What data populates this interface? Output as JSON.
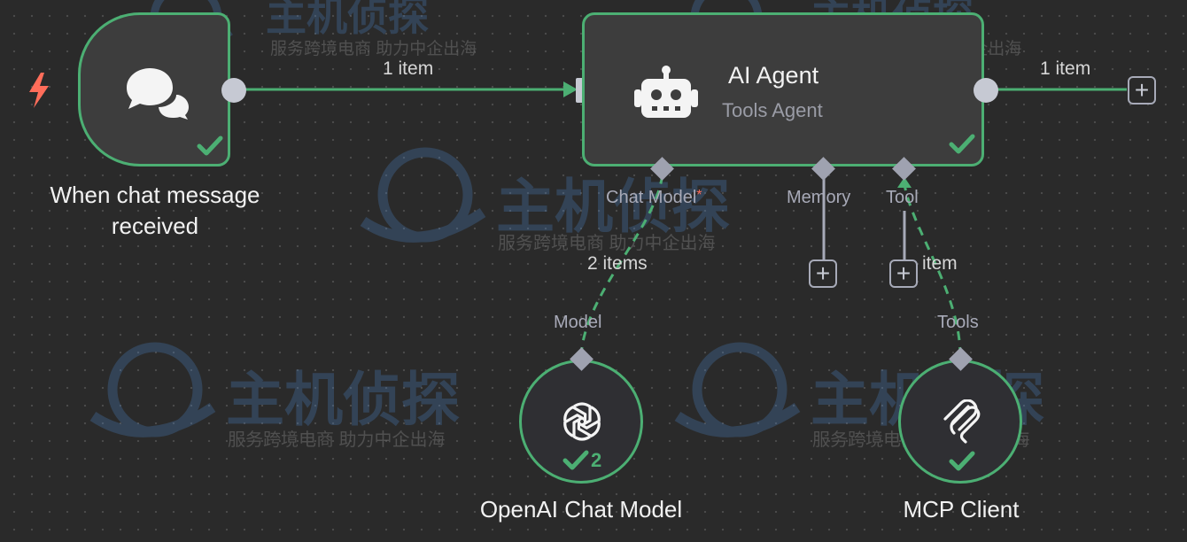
{
  "watermark": {
    "title": "主机侦探",
    "subtitle": "服务跨境电商 助力中企出海"
  },
  "nodes": {
    "trigger": {
      "label": "When chat message received",
      "icon": "chat-bubbles-icon",
      "status": "success"
    },
    "agent": {
      "title": "AI Agent",
      "subtitle": "Tools Agent",
      "icon": "robot-icon",
      "status": "success",
      "handles": {
        "chat_model": "Chat Model",
        "chat_model_required": "*",
        "memory": "Memory",
        "tool": "Tool"
      }
    },
    "openai": {
      "label": "OpenAI Chat Model",
      "icon": "openai-icon",
      "handle_label": "Model",
      "run_count": "2",
      "status": "success"
    },
    "mcp": {
      "label": "MCP Client",
      "icon": "mcp-icon",
      "handle_label": "Tools",
      "status": "success"
    }
  },
  "edges": {
    "trigger_to_agent": "1 item",
    "agent_output": "1 item",
    "model_to_agent": "2 items",
    "tools_to_agent": "item"
  },
  "colors": {
    "canvas": "#2a2a2a",
    "node_fill": "#3d3d3d",
    "success": "#4caf73",
    "trigger_accent": "#ff6d5a",
    "handle": "#c6c9d3",
    "required": "#ff6d5a"
  }
}
